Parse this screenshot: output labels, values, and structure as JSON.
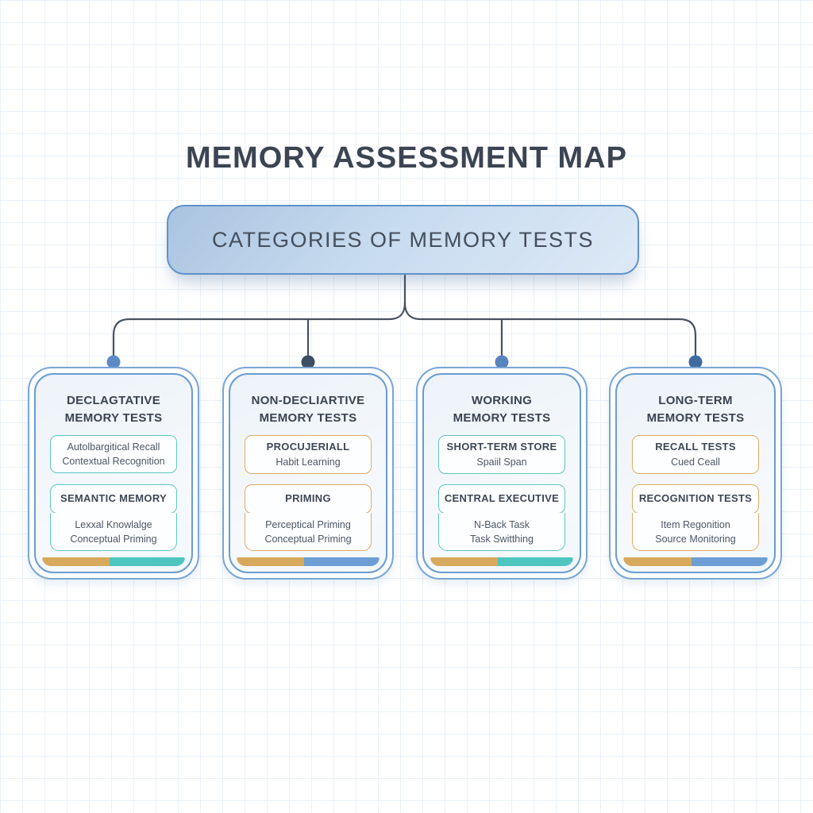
{
  "page": {
    "title": "MEMORY ASSESSMENT MAP"
  },
  "root_node": {
    "label": "CATEGORIES OF MEMORY TESTS"
  },
  "colors": {
    "gold_accent": "#d7a95c",
    "teal_accent": "#4ec5bf",
    "blue_accent": "#6d9ed5",
    "card_border_blue": "#6b9ccf",
    "root_fill_start": "#a9c3e0",
    "root_fill_end": "#dde9f6",
    "connector_line": "#47525f",
    "title_text": "#3c4452"
  },
  "cards": [
    {
      "title_line1": "DECLAGTATIVE",
      "title_line2": "MEMORY TESTS",
      "scheme": "teal",
      "dot_color": "#5e8ac6",
      "box_a_line1": "Autolbargitical Recall",
      "box_a_line2": "Contextual Recognition",
      "box_b": "SEMANTIC MEMORY",
      "box_c_line1": "Lexxal Knowlalge",
      "box_c_line2": "Conceptual Priming"
    },
    {
      "title_line1": "NON-DECLIARTIVE",
      "title_line2": "MEMORY TESTS",
      "scheme": "gold",
      "dot_color": "#3d4e62",
      "box_a_line1": "PROCUJERIALL",
      "box_a_line2": "Habit Learning",
      "box_b": "PRIMING",
      "box_c_line1": "Perceptical Priming",
      "box_c_line2": "Conceptual Priming"
    },
    {
      "title_line1": "WORKING",
      "title_line2": "MEMORY TESTS",
      "scheme": "teal",
      "dot_color": "#5884bf",
      "box_a_line1": "SHORT-TERM STORE",
      "box_a_line2": "Spaiil Span",
      "box_b": "CENTRAL EXECUTIVE",
      "box_c_line1": "N-Back Task",
      "box_c_line2": "Task Switthing"
    },
    {
      "title_line1": "LONG-TERM",
      "title_line2": "MEMORY TESTS",
      "scheme": "gold",
      "dot_color": "#3f6ba0",
      "box_a_line1": "RECALL TESTS",
      "box_a_line2": "Cued Ceall",
      "box_b": "RECOGNITION TESTS",
      "box_c_line1": "Item Regonition",
      "box_c_line2": "Source Monitoring"
    }
  ]
}
